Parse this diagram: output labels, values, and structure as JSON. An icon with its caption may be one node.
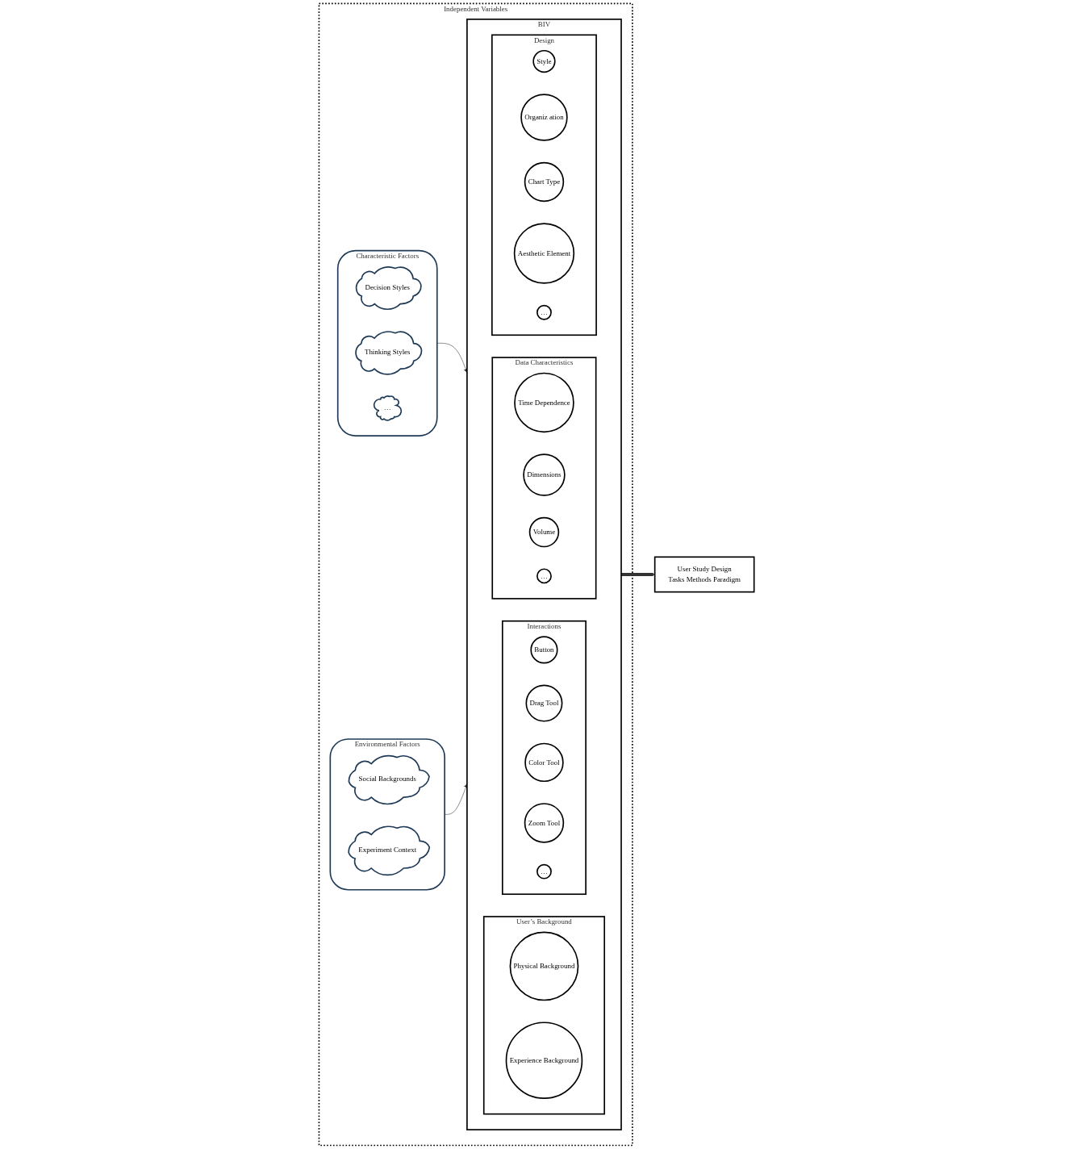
{
  "diagram": {
    "nodes": [
      {
        "text": [
          "Independent Variables"
        ]
      },
      {
        "text": [
          "Characteristic Factors"
        ],
        "in": 0
      },
      {
        "text": [
          "Decision Styles"
        ],
        "in": 1
      },
      {
        "text": [
          "Thinking Styles"
        ],
        "in": 1
      },
      {
        "text": [
          "…"
        ],
        "in": 1
      },
      {
        "text": [
          "BIV"
        ],
        "in": 0
      },
      {
        "text": [
          "User’s Background"
        ],
        "in": 5
      },
      {
        "text": [
          "Physical Background"
        ],
        "in": 6
      },
      {
        "text": [
          "Experience Background"
        ],
        "in": 6
      },
      {
        "text": [
          "Interactions"
        ],
        "in": 5
      },
      {
        "text": [
          "Button"
        ],
        "in": 9
      },
      {
        "text": [
          "Drag Tool"
        ],
        "in": 9
      },
      {
        "text": [
          "Color Tool"
        ],
        "in": 9
      },
      {
        "text": [
          "Zoom Tool"
        ],
        "in": 9
      },
      {
        "text": [
          "…"
        ],
        "in": 9
      },
      {
        "text": [
          "Data Characteristics"
        ],
        "in": 5
      },
      {
        "text": [
          "Time Dependence"
        ],
        "in": 15
      },
      {
        "text": [
          "Dimensions"
        ],
        "in": 15
      },
      {
        "text": [
          "Volume"
        ],
        "in": 15
      },
      {
        "text": [
          "…"
        ],
        "in": 15
      },
      {
        "text": [
          "Design"
        ],
        "in": 5
      },
      {
        "text": [
          "Style"
        ],
        "in": 20
      },
      {
        "text": [
          "Organiz ation"
        ],
        "in": 20
      },
      {
        "text": [
          "Chart Type"
        ],
        "in": 20
      },
      {
        "text": [
          "Aesthetic Element"
        ],
        "in": 20
      },
      {
        "text": [
          "…"
        ],
        "in": 20
      },
      {
        "text": [
          "Environmental Factors"
        ],
        "in": 0
      },
      {
        "text": [
          "Social Backgrounds"
        ],
        "in": 26
      },
      {
        "text": [
          "Experiment Context"
        ],
        "in": 26
      },
      {
        "text": [
          "User Study Design",
          "Tasks Methods Paradigm"
        ]
      }
    ],
    "edges": [
      {
        "from": 1,
        "to": 5,
        "arrow": "to"
      },
      {
        "from": 26,
        "to": 5,
        "arrow": "to"
      },
      {
        "from": 5,
        "to": 29,
        "arrow": "to",
        "style": "thick"
      }
    ]
  }
}
